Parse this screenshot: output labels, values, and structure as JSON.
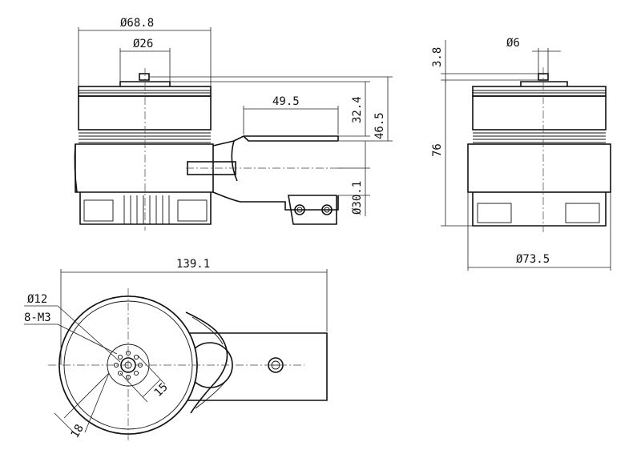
{
  "dimensions": {
    "outer_diameter": "Ø68.8",
    "shaft_boss_diameter": "Ø26",
    "arm_length": "49.5",
    "height_to_arm": "32.4",
    "height_total_arm": "46.5",
    "arm_tube_diameter": "Ø30.1",
    "shaft_top": "3.8",
    "shaft_diameter": "Ø6",
    "total_height": "76",
    "base_diameter": "Ø73.5",
    "total_length": "139.1",
    "bolt_circle": "Ø12",
    "screw_spec": "8-M3",
    "inner_pcd": "15",
    "outer_pcd": "18"
  }
}
